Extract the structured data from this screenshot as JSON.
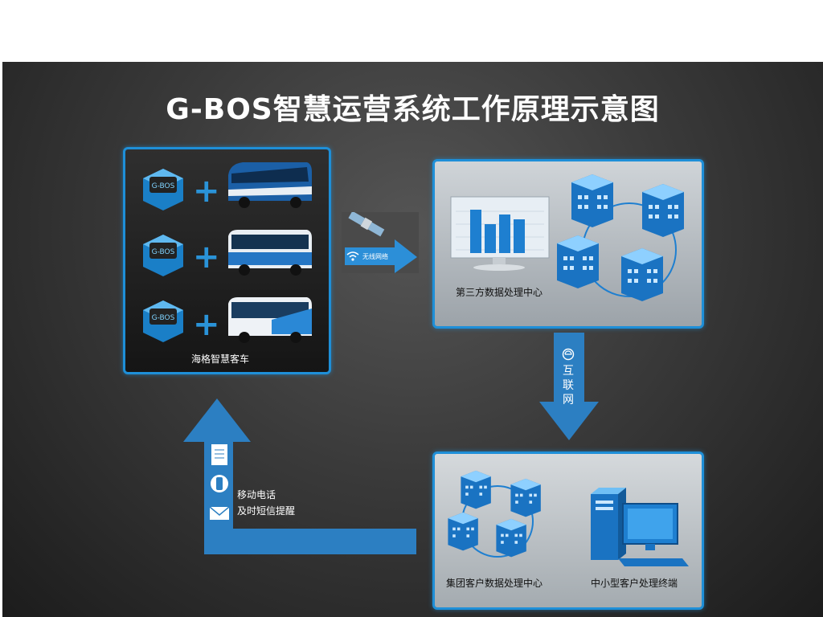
{
  "title": "G-BOS智慧运营系统工作原理示意图",
  "bus_panel": {
    "label": "海格智慧客车",
    "device_text": "G-BOS"
  },
  "network": {
    "wireless_label": "无线网络",
    "internet_label": "互联网",
    "mobile_label_line1": "移动电话",
    "mobile_label_line2": "及时短信提醒"
  },
  "third_party_panel": {
    "label": "第三方数据处理中心"
  },
  "client_panel": {
    "group_label": "集团客户数据处理中心",
    "small_label": "中小型客户处理终端"
  },
  "colors": {
    "accent": "#1e8fd8",
    "arrow": "#2c7fc2",
    "background": "#3a3a3a"
  },
  "icons": [
    "satellite-icon",
    "wifi-icon",
    "monitor-chart-icon",
    "server-icon",
    "bus-icon",
    "device-icon",
    "internet-icon",
    "document-icon",
    "phone-icon",
    "mail-icon",
    "desktop-pc-icon"
  ]
}
